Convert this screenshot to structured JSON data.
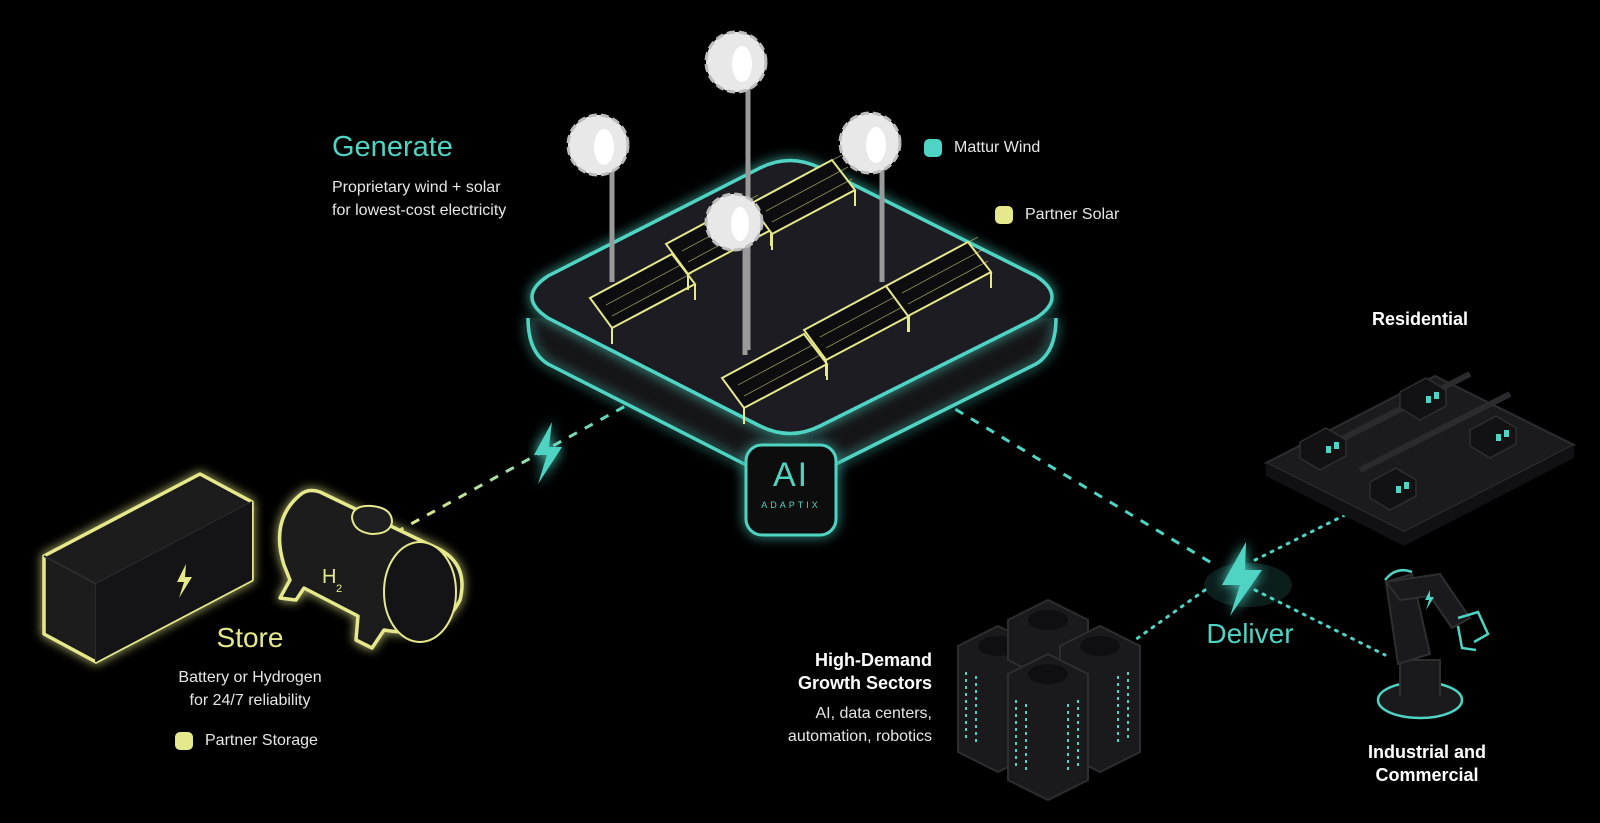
{
  "generate": {
    "title": "Generate",
    "subtitle": "Proprietary wind + solar\nfor lowest-cost electricity"
  },
  "store": {
    "title": "Store",
    "subtitle": "Battery or Hydrogen\nfor 24/7 reliability",
    "h2_label": "H",
    "h2_sub": "2"
  },
  "deliver": {
    "title": "Deliver"
  },
  "hub": {
    "label": "AI",
    "sublabel": "ADAPTIX"
  },
  "legend": {
    "wind": "Mattur Wind",
    "solar": "Partner Solar",
    "storage": "Partner Storage"
  },
  "sectors": {
    "residential": "Residential",
    "industrial": "Industrial and\nCommercial",
    "high_demand_title": "High-Demand\nGrowth Sectors",
    "high_demand_desc": "AI, data centers,\nautomation, robotics"
  },
  "colors": {
    "teal": "#4fd4c4",
    "yellow": "#e6e88c",
    "background": "#000000",
    "platform": "#1e1e20"
  },
  "icons": [
    "wind-turbine-icon",
    "solar-panel-icon",
    "battery-icon",
    "hydrogen-tank-icon",
    "lightning-bolt-icon",
    "house-icon",
    "server-rack-icon",
    "robot-arm-icon"
  ]
}
